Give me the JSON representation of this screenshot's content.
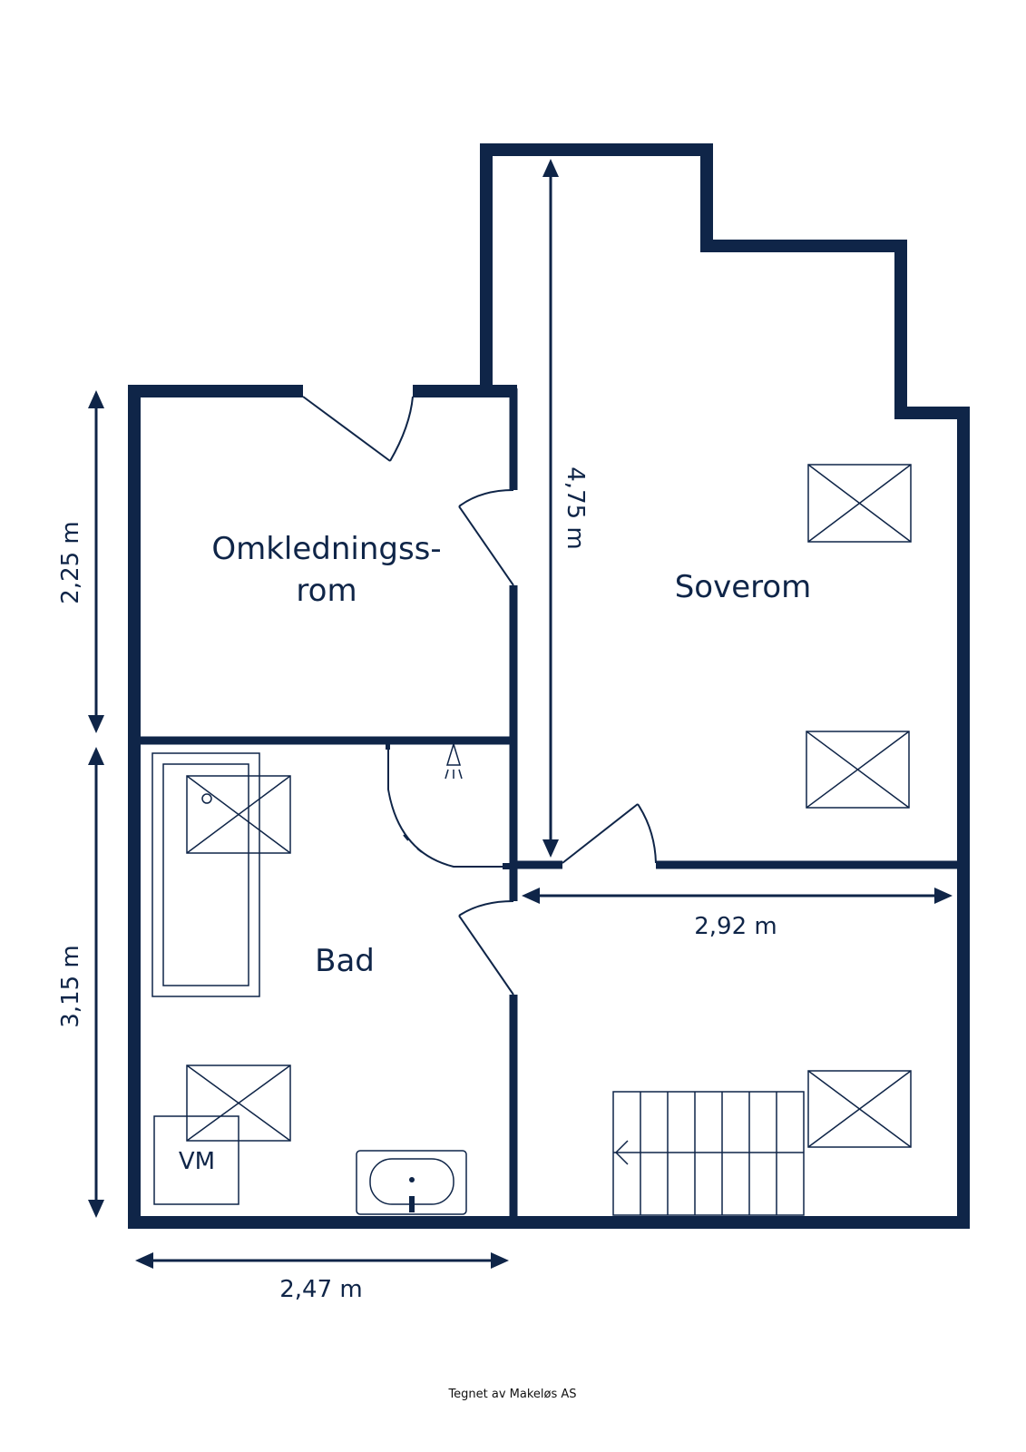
{
  "rooms": {
    "changing_room_line1": "Omkledningss-",
    "changing_room_line2": "rom",
    "bedroom": "Soverom",
    "bathroom": "Bad"
  },
  "fixtures": {
    "washing_machine": "VM"
  },
  "dimensions": {
    "left_upper": "2,25 m",
    "left_lower": "3,15 m",
    "bedroom_depth": "4,75 m",
    "hall_width": "2,92 m",
    "bottom_width": "2,47 m"
  },
  "credit": "Tegnet av Makeløs AS",
  "colors": {
    "wall": "#0f2548",
    "background": "#ffffff"
  }
}
